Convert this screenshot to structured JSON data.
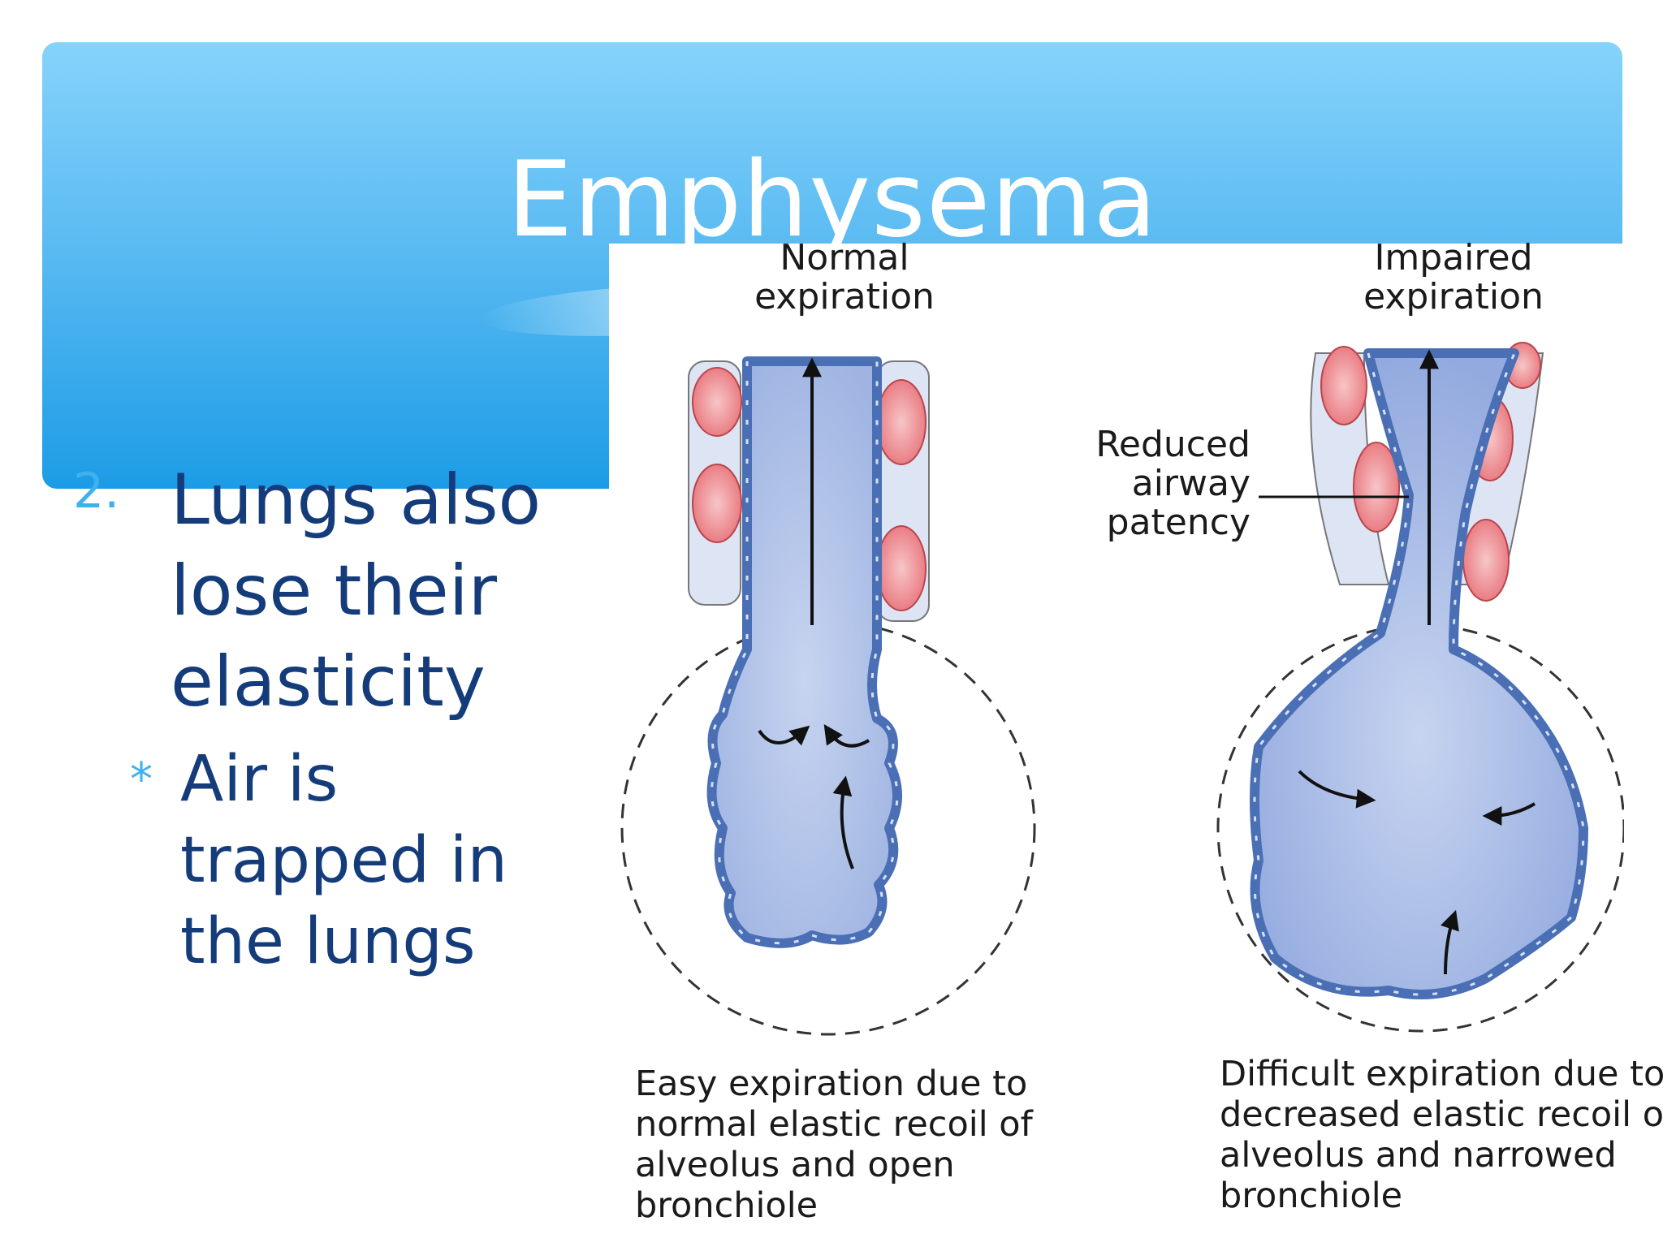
{
  "slide": {
    "title": "Emphysema",
    "bullet": {
      "number": "2.",
      "text": "Lungs also lose their elasticity",
      "sub_marker": "*",
      "sub_text": "Air is trapped in the lungs"
    }
  },
  "diagram": {
    "left_heading": "Normal\nexpiration",
    "right_heading": "Impaired\nexpiration",
    "callout": "Reduced\nairway\npatency",
    "left_caption": "Easy expiration due to\nnormal elastic recoil of\nalveolus and open\nbronchiole",
    "right_caption": "Difficult expiration due to\ndecreased elastic recoil of\nalveolus and narrowed\nbronchiole"
  },
  "colors": {
    "banner_top": "#86d3fb",
    "banner_bottom": "#1c9ce6",
    "title_text": "#ffffff",
    "body_text": "#153c7a",
    "bullet_accent": "#3fb1ee",
    "airway_fill": "#a9bde6",
    "airway_wall": "#4a6fb5",
    "alveoli": "#ef8f95"
  }
}
